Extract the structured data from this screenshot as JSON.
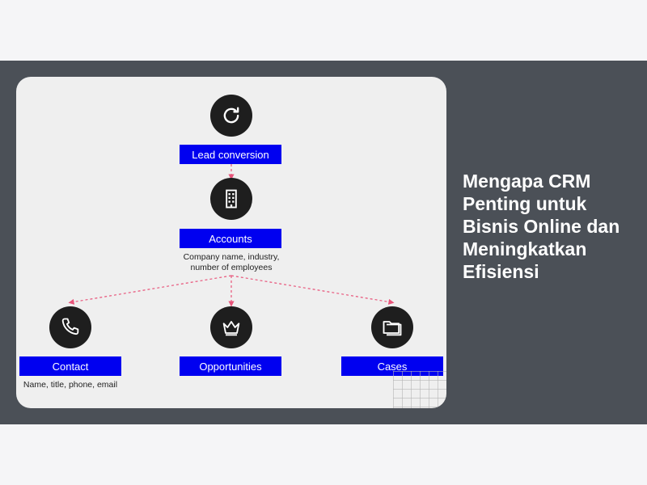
{
  "headline": "Mengapa CRM Penting untuk Bisnis Online dan Meningkatkan Efisiensi",
  "diagram": {
    "lead": {
      "label": "Lead conversion",
      "icon": "refresh-icon"
    },
    "accounts": {
      "label": "Accounts",
      "description": "Company name, industry,\nnumber of employees",
      "icon": "building-icon"
    },
    "contact": {
      "label": "Contact",
      "description": "Name, title, phone, email",
      "icon": "phone-icon"
    },
    "opportunities": {
      "label": "Opportunities",
      "icon": "crown-icon"
    },
    "cases": {
      "label": "Cases",
      "icon": "folder-icon"
    }
  },
  "colors": {
    "banner": "#4b5057",
    "node_box": "#0000f0",
    "connector": "#e8547a",
    "icon_circle": "#1e1e1e"
  }
}
